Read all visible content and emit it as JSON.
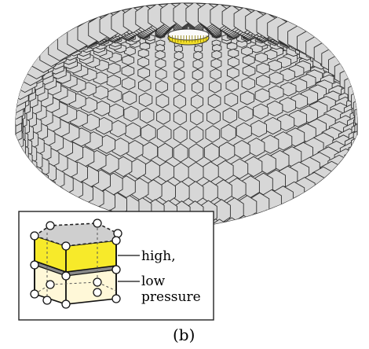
{
  "figure": {
    "caption": "(b)",
    "inset": {
      "label_high": "high,",
      "label_low": "low",
      "label_pressure": "pressure"
    },
    "colors": {
      "cell_fill": "#d7d7d7",
      "cell_stroke": "#333333",
      "aperture_yellow": "#f3df2a",
      "high_pressure_yellow": "#f7ea2a",
      "low_pressure_cream": "#fff8d8",
      "rim_gray": "#8a8a8a"
    },
    "icons": {
      "dome": "hexagon-dome",
      "node": "circle-node"
    }
  }
}
